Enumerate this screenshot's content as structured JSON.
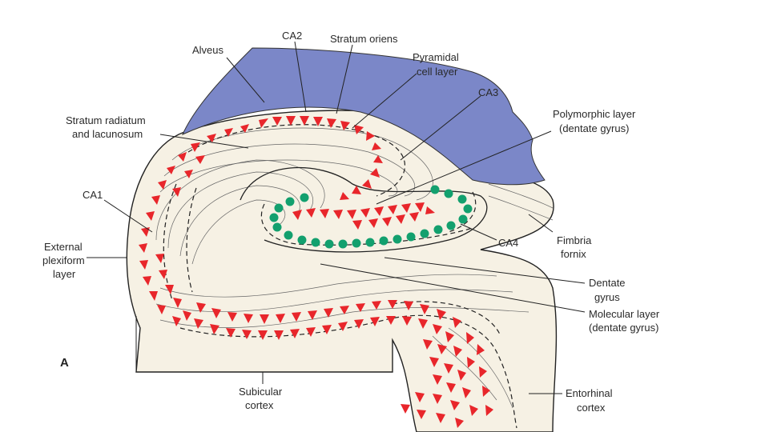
{
  "figure": {
    "panel_letter": "A",
    "colors": {
      "alveus": "#7b87c8",
      "tissue": "#f6f1e4",
      "pyramidal_cells": "#e8262b",
      "granule_cells": "#13a06e",
      "lines": "#222222"
    },
    "labels": {
      "alveus": "Alveus",
      "ca2": "CA2",
      "stratum_oriens": "Stratum oriens",
      "pyramidal_cell_layer": [
        "Pyramidal",
        "cell layer"
      ],
      "ca3": "CA3",
      "stratum_radiatum": [
        "Stratum radiatum",
        "and lacunosum"
      ],
      "polymorphic_layer": [
        "Polymorphic layer",
        "(dentate gyrus)"
      ],
      "ca1": "CA1",
      "external_plexiform": [
        "External",
        "plexiform",
        "layer"
      ],
      "ca4": "CA4",
      "fimbria": [
        "Fimbria",
        "fornix"
      ],
      "dentate_gyrus": [
        "Dentate",
        "gyrus"
      ],
      "molecular_layer": [
        "Molecular layer",
        "(dentate gyrus)"
      ],
      "subicular_cortex": [
        "Subicular",
        "cortex"
      ],
      "entorhinal_cortex": [
        "Entorhinal",
        "cortex"
      ]
    }
  }
}
